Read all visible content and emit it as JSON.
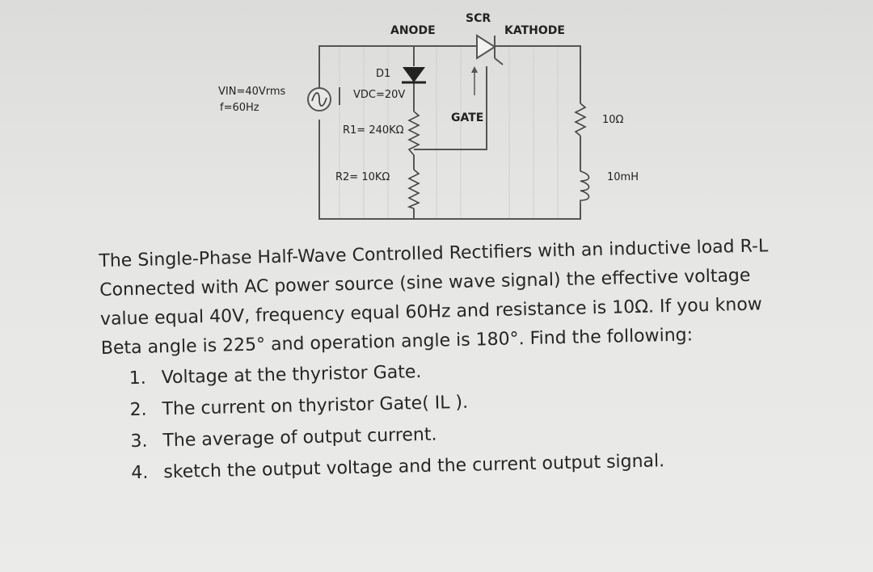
{
  "circuit": {
    "scr_label": "SCR",
    "anode_label": "ANODE",
    "kathode_label": "KATHODE",
    "d1_label": "D1",
    "vin_label": "VIN=40Vrms",
    "freq_label": "f=60Hz",
    "vdc_label": "VDC=20V",
    "r1_label": "R1= 240KΩ",
    "r2_label": "R2=  10KΩ",
    "gate_label": "GATE",
    "resistor_label": "10Ω",
    "inductor_label": "10mH"
  },
  "problem": {
    "text": "The Single-Phase Half-Wave Controlled Rectifiers with an inductive load R-L Connected with AC power source (sine wave signal) the effective voltage value equal 40V, frequency equal 60Hz and resistance is 10Ω. If you know Beta angle is 225° and operation angle is 180°. Find the following:",
    "questions": [
      {
        "num": "1.",
        "text": "Voltage at the thyristor Gate."
      },
      {
        "num": "2.",
        "text": "The current on thyristor Gate( IL )."
      },
      {
        "num": "3.",
        "text": "The average of output current."
      },
      {
        "num": "4.",
        "text": "sketch the output voltage and the current output signal."
      }
    ]
  },
  "icons": [
    "ac-source-icon",
    "diode-icon",
    "scr-icon",
    "resistor-icon",
    "inductor-icon",
    "gate-arrow-icon"
  ]
}
